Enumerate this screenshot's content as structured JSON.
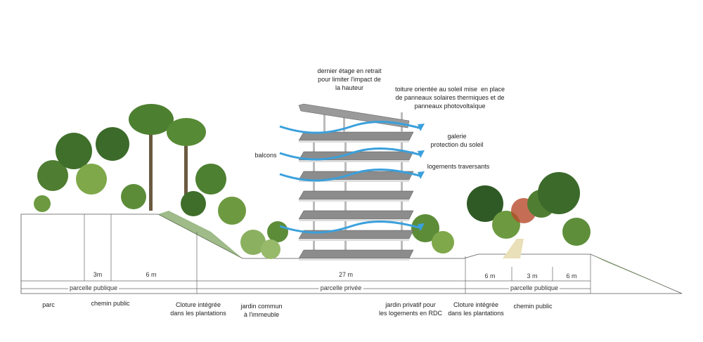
{
  "annotations": {
    "dernier_etage": "dernier étage en retrait\npour limiter l'impact de\nla hauteur",
    "toiture": "toiture orientée au soleil mise  en place\nde panneaux solaires thermiques et de\npanneaux photovoltaïque",
    "galerie": "galerie\nprotection du soleil",
    "balcons": "balcons",
    "logements": "logements traversants"
  },
  "dimensions": {
    "left_3m": "3m",
    "left_6m": "6 m",
    "center_27m": "27 m",
    "right_6m_a": "6 m",
    "right_3m": "3 m",
    "right_6m_b": "6 m"
  },
  "parcels": {
    "left": "parcelle publique",
    "center": "parcelle privée",
    "right": "parcelle publique"
  },
  "zones": {
    "parc": "parc",
    "chemin_public_left": "chemin public",
    "cloture_left": "Cloture intégrée\ndans les plantations",
    "jardin_commun": "jardin commun\nà l'immeuble",
    "jardin_privatif": "jardin privatif pour\nles logements en RDC",
    "cloture_right": "Cloture intégrée\ndans les plantations",
    "chemin_public_right": "chemin public"
  },
  "colors": {
    "airflow": "#3aa0dc",
    "vegetation": "#4f8a3a",
    "slab": "#8c8c8c"
  }
}
